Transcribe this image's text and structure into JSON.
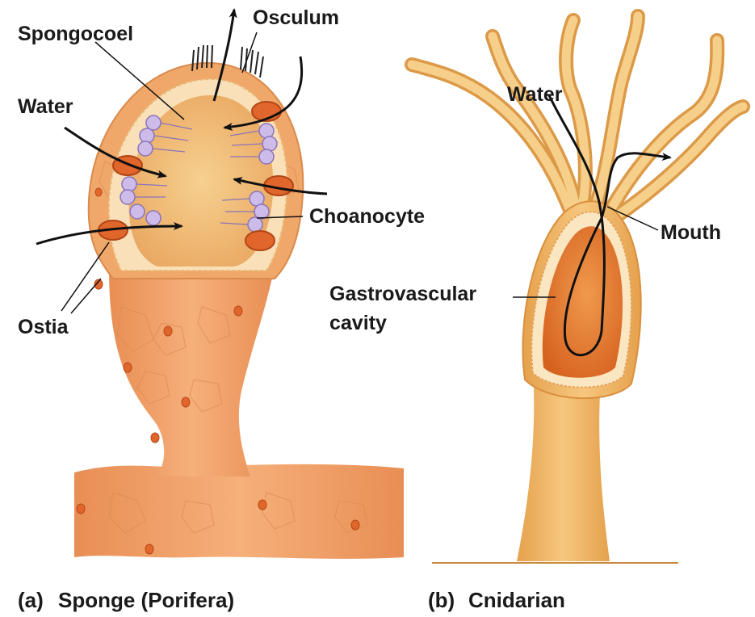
{
  "sponge": {
    "labels": {
      "spongocoel": "Spongocoel",
      "osculum": "Osculum",
      "water": "Water",
      "choanocyte": "Choanocyte",
      "ostia": "Ostia"
    },
    "caption_letter": "(a)",
    "caption_text": "Sponge (Porifera)"
  },
  "cnidarian": {
    "labels": {
      "water": "Water",
      "mouth": "Mouth",
      "gastro_line1": "Gastrovascular",
      "gastro_line2": "cavity"
    },
    "caption_letter": "(b)",
    "caption_text": "Cnidarian"
  },
  "colors": {
    "sponge_body": "#f0a86a",
    "sponge_cavity": "#f5c889",
    "ostia_pore": "#e0662b",
    "choanocyte": "#c9b6e6",
    "cnidarian_body": "#f3be74",
    "cnidarian_cavity": "#e4792e",
    "arrow": "#111111"
  }
}
